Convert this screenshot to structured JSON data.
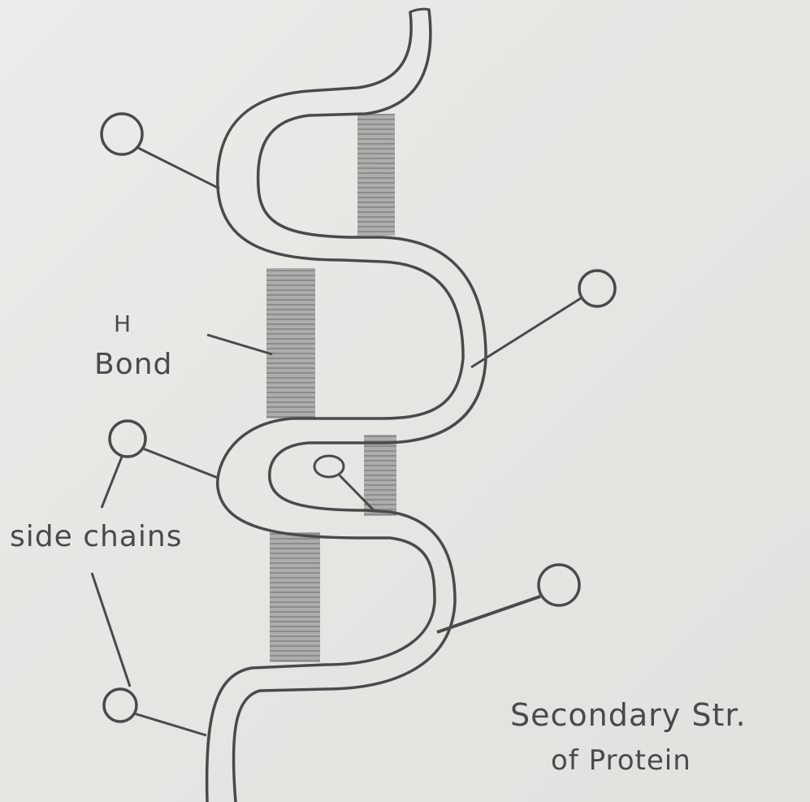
{
  "labels": {
    "h_bond_line1": "H",
    "h_bond_line2": "Bond",
    "side_chains": "side chains",
    "title_line1": "Secondary Str.",
    "title_line2": "of Protein"
  },
  "colors": {
    "pencil": "#4a4a4a",
    "shading": "#8a8a8a",
    "paper": "#e9e9e6"
  }
}
